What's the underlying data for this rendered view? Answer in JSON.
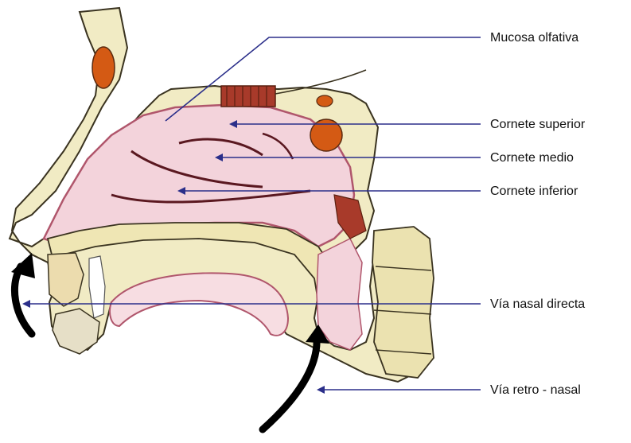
{
  "diagram": {
    "labels": [
      {
        "id": "mucosa-olfativa",
        "text": "Mucosa olfativa"
      },
      {
        "id": "cornete-superior",
        "text": "Cornete superior"
      },
      {
        "id": "cornete-medio",
        "text": "Cornete medio"
      },
      {
        "id": "cornete-inferior",
        "text": "Cornete inferior"
      },
      {
        "id": "via-nasal-directa",
        "text": "Vía nasal directa"
      },
      {
        "id": "via-retro-nasal",
        "text": "Vía retro - nasal"
      }
    ],
    "colors": {
      "bone": "#f1ebc4",
      "bone_outline": "#3a3320",
      "mucosa": "#f3d3db",
      "mucosa_edge": "#b0566c",
      "sinus": "#d45a14",
      "olfactory_bulb": "#a83a2a",
      "leader_line": "#2b2f8a",
      "arrow": "#000000"
    }
  }
}
